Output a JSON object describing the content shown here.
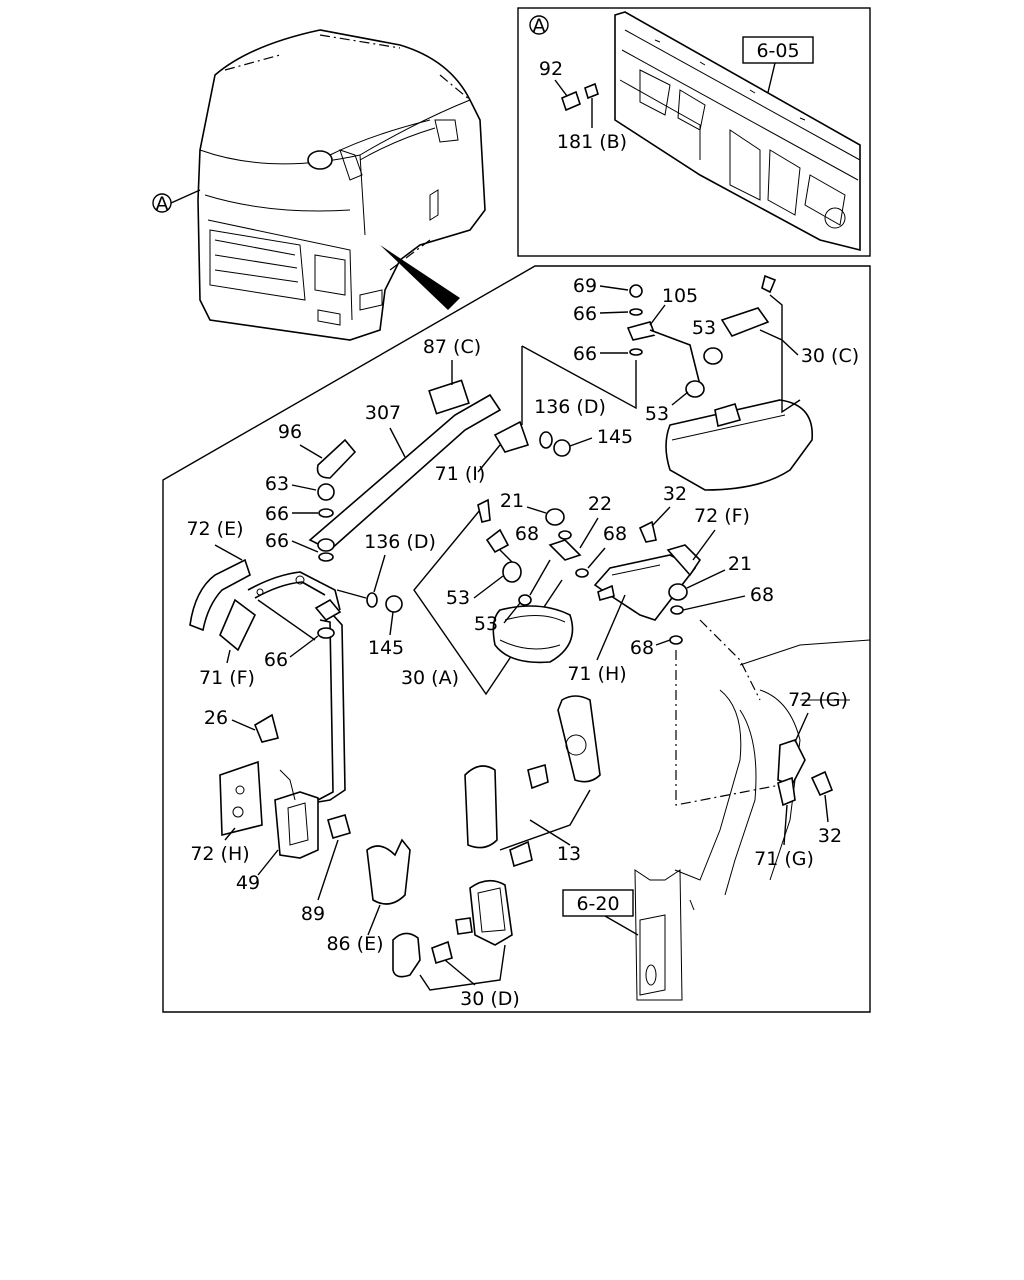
{
  "refs": {
    "detail_marker": "A",
    "section_605": "6-05",
    "section_620": "6-20"
  },
  "labels": {
    "l92": "92",
    "l181b": "181 (B)",
    "l69": "69",
    "l66a": "66",
    "l105": "105",
    "l53a": "53",
    "l30c": "30 (C)",
    "l66b": "66",
    "l53b": "53",
    "l87c": "87 (C)",
    "l307": "307",
    "l136d_a": "136 (D)",
    "l145a": "145",
    "l96": "96",
    "l71i": "71 (I)",
    "l63": "63",
    "l66c": "66",
    "l72e": "72 (E)",
    "l66d": "66",
    "l136d_b": "136 (D)",
    "l21a": "21",
    "l22": "22",
    "l68a": "68",
    "l68b": "68",
    "l32a": "32",
    "l72f": "72 (F)",
    "l21b": "21",
    "l68c": "68",
    "l53c": "53",
    "l53d": "53",
    "l145b": "145",
    "l66e": "66",
    "l71f": "71 (F)",
    "l30a": "30 (A)",
    "l71h": "71 (H)",
    "l68d": "68",
    "l72g": "72 (G)",
    "l26": "26",
    "l32b": "32",
    "l71g": "71 (G)",
    "l72h": "72 (H)",
    "l13": "13",
    "l49": "49",
    "l89": "89",
    "l86e": "86 (E)",
    "l30d": "30 (D)"
  }
}
